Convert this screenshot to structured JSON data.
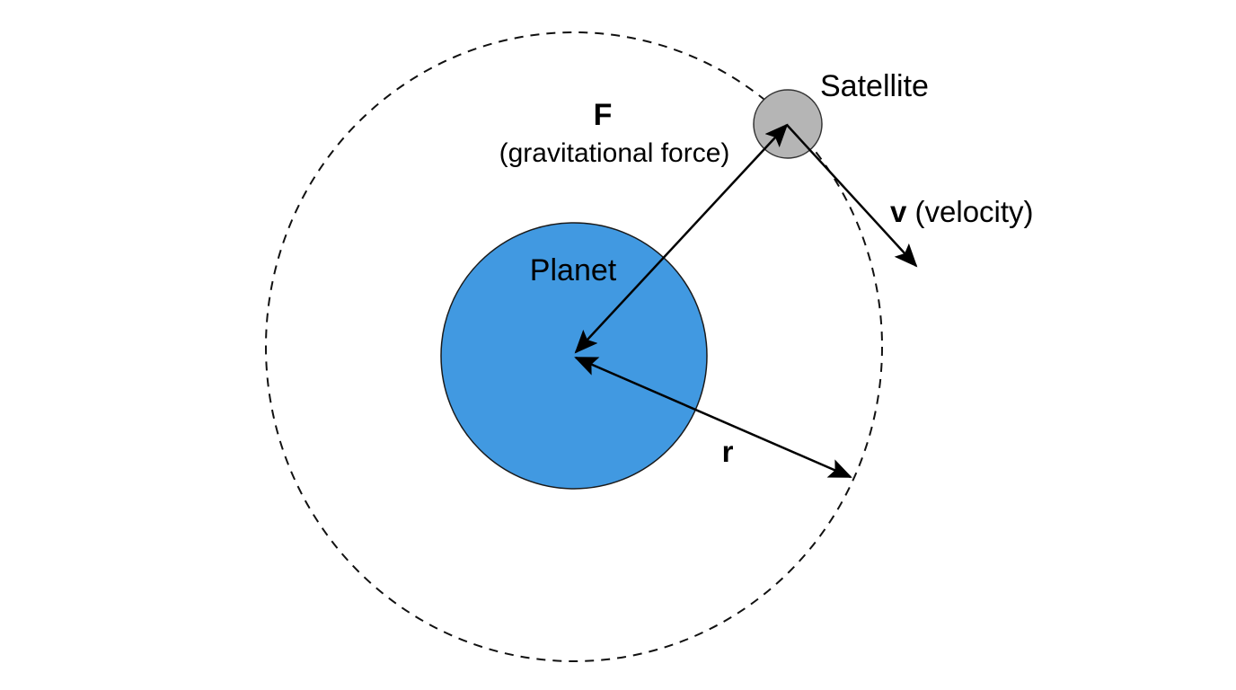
{
  "diagram": {
    "labels": {
      "satellite": "Satellite",
      "planet": "Planet",
      "force_symbol": "F",
      "force_desc": "(gravitational force)",
      "velocity_symbol": "v",
      "velocity_desc": " (velocity)",
      "radius_symbol": "r"
    },
    "colors": {
      "planet_fill": "#4199e1",
      "planet_stroke": "#1a1a1a",
      "satellite_fill": "#b5b5b5",
      "satellite_stroke": "#333333",
      "orbit_stroke": "#111111",
      "arrow_stroke": "#000000"
    },
    "elements": {
      "orbit": "dashed circular orbit",
      "planet": "planet circle",
      "satellite": "satellite circle",
      "force_arrow": "double-headed arrow between satellite and planet center",
      "velocity_arrow": "arrow from satellite tangent to orbit",
      "radius_arrow": "double-headed arrow from planet center to orbit"
    }
  }
}
